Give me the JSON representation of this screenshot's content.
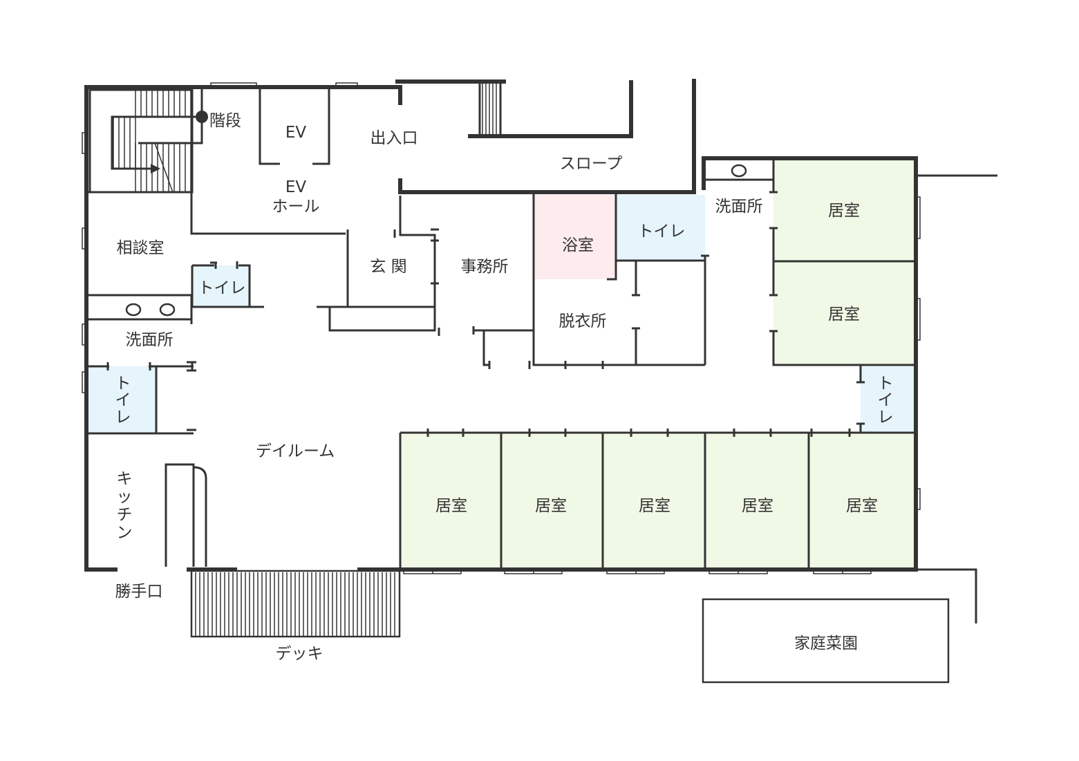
{
  "colors": {
    "wall": "#333333",
    "bedroom": "#f0f8e6",
    "toilet": "#e6f4fb",
    "bath": "#fdebee",
    "background": "#ffffff"
  },
  "labels": {
    "stairs": "階段",
    "ev": "EV",
    "ev_hall_1": "EV",
    "ev_hall_2": "ホール",
    "entrance_door": "出入口",
    "slope": "スロープ",
    "consult": "相談室",
    "toilet_small": "トイレ",
    "washroom_left": "洗面所",
    "genkan": "玄 関",
    "office": "事務所",
    "bath": "浴室",
    "toilet_top": "トイレ",
    "washroom_right": "洗面所",
    "dressing": "脱衣所",
    "toilet_left_v": [
      "ト",
      "イ",
      "レ"
    ],
    "toilet_right_v": [
      "ト",
      "イ",
      "レ"
    ],
    "dayroom": "デイルーム",
    "kitchen_v": [
      "キ",
      "ッ",
      "チ",
      "ン"
    ],
    "back_door": "勝手口",
    "deck": "デッキ",
    "garden": "家庭菜園",
    "bedrooms_right": [
      "居室",
      "居室"
    ],
    "bedrooms_bottom": [
      "居室",
      "居室",
      "居室",
      "居室",
      "居室"
    ]
  }
}
